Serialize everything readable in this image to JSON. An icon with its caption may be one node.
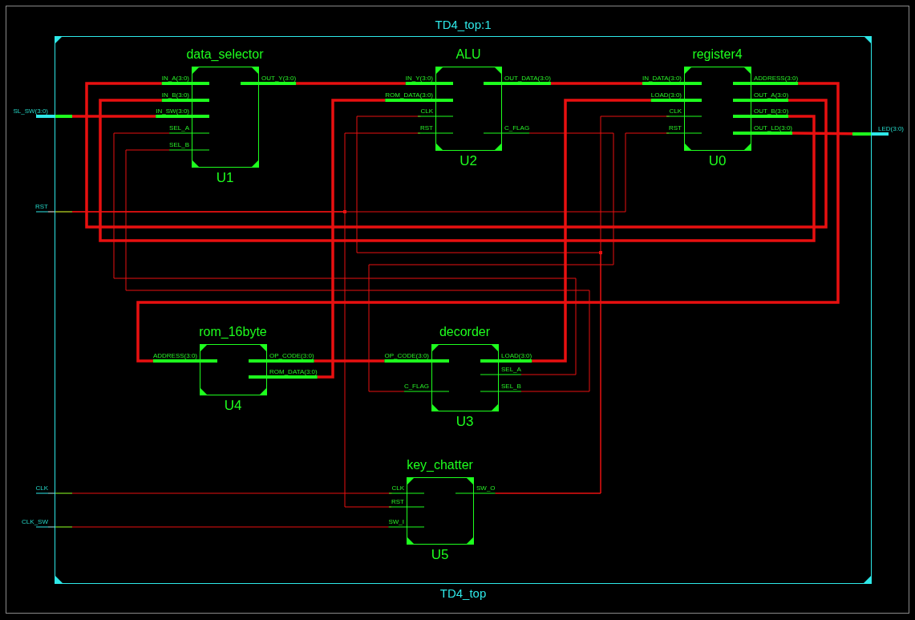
{
  "diagram": {
    "nodes": [
      {
        "text": [
          "TD4_top:1",
          "TD4_top"
        ]
      },
      {
        "text": [
          "data_selector",
          "U1"
        ],
        "in": 0
      },
      {
        "text": [
          "IN_A(3:0)"
        ],
        "in": 1
      },
      {
        "text": [
          "IN_B(3:0)"
        ],
        "in": 1
      },
      {
        "text": [
          "IN_SW(3:0)"
        ],
        "in": 1
      },
      {
        "text": [
          "SEL_A"
        ],
        "in": 1
      },
      {
        "text": [
          "SEL_B"
        ],
        "in": 1
      },
      {
        "text": [
          "OUT_Y(3:0)"
        ],
        "in": 1
      },
      {
        "text": [
          "ALU",
          "U2"
        ],
        "in": 0
      },
      {
        "text": [
          "IN_Y(3:0)"
        ],
        "in": 8
      },
      {
        "text": [
          "ROM_DATA(3:0)"
        ],
        "in": 8
      },
      {
        "text": [
          "CLK"
        ],
        "in": 8
      },
      {
        "text": [
          "RST"
        ],
        "in": 8
      },
      {
        "text": [
          "OUT_DATA(3:0)"
        ],
        "in": 8
      },
      {
        "text": [
          "C_FLAG"
        ],
        "in": 8
      },
      {
        "text": [
          "register4",
          "U0"
        ],
        "in": 0
      },
      {
        "text": [
          "IN_DATA(3:0)"
        ],
        "in": 15
      },
      {
        "text": [
          "LOAD(3:0)"
        ],
        "in": 15
      },
      {
        "text": [
          "CLK"
        ],
        "in": 15
      },
      {
        "text": [
          "RST"
        ],
        "in": 15
      },
      {
        "text": [
          "ADDRESS(3:0)"
        ],
        "in": 15
      },
      {
        "text": [
          "OUT_A(3:0)"
        ],
        "in": 15
      },
      {
        "text": [
          "OUT_B(3:0)"
        ],
        "in": 15
      },
      {
        "text": [
          "OUT_LD(3:0)"
        ],
        "in": 15
      },
      {
        "text": [
          "rom_16byte",
          "U4"
        ],
        "in": 0
      },
      {
        "text": [
          "ADDRESS(3:0)"
        ],
        "in": 24
      },
      {
        "text": [
          "OP_CODE(3:0)"
        ],
        "in": 24
      },
      {
        "text": [
          "ROM_DATA(3:0)"
        ],
        "in": 24
      },
      {
        "text": [
          "decorder",
          "U3"
        ],
        "in": 0
      },
      {
        "text": [
          "OP_CODE(3:0)"
        ],
        "in": 28
      },
      {
        "text": [
          "C_FLAG"
        ],
        "in": 28
      },
      {
        "text": [
          "LOAD(3:0)"
        ],
        "in": 28
      },
      {
        "text": [
          "SEL_A"
        ],
        "in": 28
      },
      {
        "text": [
          "SEL_B"
        ],
        "in": 28
      },
      {
        "text": [
          "key_chatter",
          "U5"
        ],
        "in": 0
      },
      {
        "text": [
          "CLK"
        ],
        "in": 34
      },
      {
        "text": [
          "RST"
        ],
        "in": 34
      },
      {
        "text": [
          "SW_I"
        ],
        "in": 34
      },
      {
        "text": [
          "SW_O"
        ],
        "in": 34
      },
      {
        "text": [
          "SL_SW(3:0)"
        ]
      },
      {
        "text": [
          "RST"
        ]
      },
      {
        "text": [
          "CLK"
        ]
      },
      {
        "text": [
          "CLK_SW"
        ]
      },
      {
        "text": [
          "LED(3:0)"
        ]
      }
    ],
    "edges": [
      {
        "from": 39,
        "to": 4,
        "arrow": "none",
        "style": "thick"
      },
      {
        "from": 7,
        "to": 9,
        "arrow": "none",
        "style": "thick"
      },
      {
        "from": 13,
        "to": 16,
        "arrow": "none",
        "style": "thick"
      },
      {
        "from": 20,
        "to": 25,
        "arrow": "none",
        "style": "thick"
      },
      {
        "from": 21,
        "to": 2,
        "arrow": "none",
        "style": "thick"
      },
      {
        "from": 22,
        "to": 3,
        "arrow": "none",
        "style": "thick"
      },
      {
        "from": 23,
        "to": 43,
        "arrow": "none",
        "style": "thick"
      },
      {
        "from": 26,
        "to": 29,
        "arrow": "none",
        "style": "thick"
      },
      {
        "from": 27,
        "to": 10,
        "arrow": "none",
        "style": "thick"
      },
      {
        "from": 31,
        "to": 17,
        "arrow": "none",
        "style": "thick"
      },
      {
        "from": 32,
        "to": 5,
        "arrow": "none"
      },
      {
        "from": 33,
        "to": 6,
        "arrow": "none"
      },
      {
        "from": 14,
        "to": 30,
        "arrow": "none"
      },
      {
        "from": 40,
        "to": 19,
        "arrow": "none"
      },
      {
        "from": 40,
        "to": 12,
        "arrow": "none"
      },
      {
        "from": 40,
        "to": 36,
        "arrow": "none"
      },
      {
        "from": 41,
        "to": 35,
        "arrow": "none"
      },
      {
        "from": 42,
        "to": 37,
        "arrow": "none"
      },
      {
        "from": 38,
        "to": 11,
        "arrow": "none"
      },
      {
        "from": 38,
        "to": 18,
        "arrow": "none"
      }
    ]
  }
}
